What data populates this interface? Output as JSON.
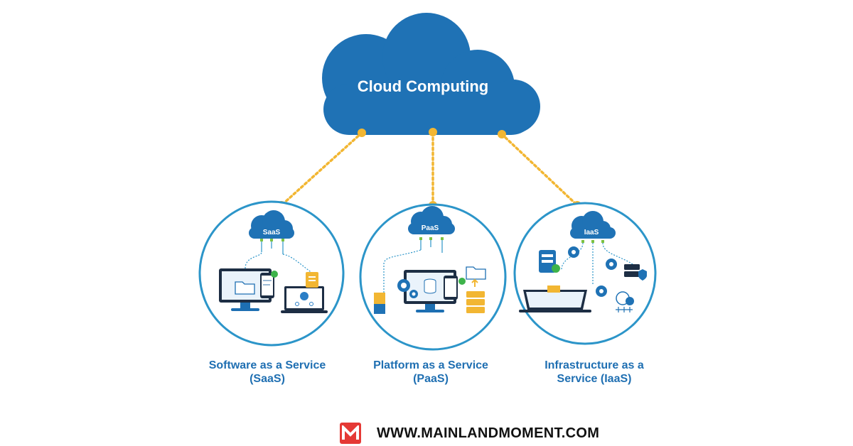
{
  "main_cloud": {
    "label": "Cloud Computing"
  },
  "services": [
    {
      "id": "saas",
      "cloud_label": "SaaS",
      "caption_lines": [
        "Software as a Service",
        "(SaaS)"
      ]
    },
    {
      "id": "paas",
      "cloud_label": "PaaS",
      "caption_lines": [
        "Platform as a Service",
        "(PaaS)"
      ]
    },
    {
      "id": "iaas",
      "cloud_label": "IaaS",
      "caption_lines": [
        "Infrastructure as a",
        "Service (IaaS)"
      ]
    }
  ],
  "footer": {
    "url": "WWW.MAINLANDMOMENT.COM",
    "logo_letter": "M"
  },
  "colors": {
    "cloud_blue": "#1f72b5",
    "connector_yellow": "#f2b632",
    "caption_blue": "#1f6fb2",
    "ring_blue": "#2c95c9",
    "brand_red": "#e53935"
  }
}
